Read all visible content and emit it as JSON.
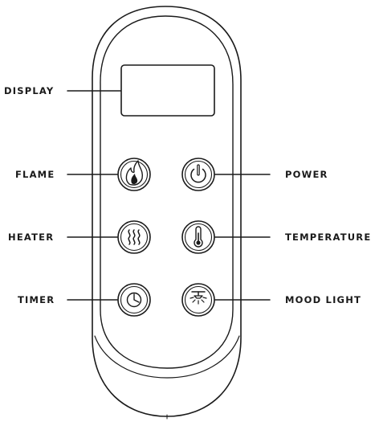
{
  "remote": {
    "callouts": {
      "display": "DISPLAY",
      "flame": "FLAME",
      "power": "POWER",
      "heater": "HEATER",
      "temperature": "TEMPERATURE",
      "timer": "TIMER",
      "mood_light": "MOOD LIGHT"
    },
    "buttons": [
      {
        "id": "flame",
        "icon": "flame-icon"
      },
      {
        "id": "power",
        "icon": "power-icon"
      },
      {
        "id": "heater",
        "icon": "heat-waves-icon"
      },
      {
        "id": "temperature",
        "icon": "thermometer-icon"
      },
      {
        "id": "timer",
        "icon": "timer-icon"
      },
      {
        "id": "mood_light",
        "icon": "lamp-icon"
      }
    ],
    "colors": {
      "line": "#1a1a1a",
      "background": "#ffffff"
    }
  }
}
